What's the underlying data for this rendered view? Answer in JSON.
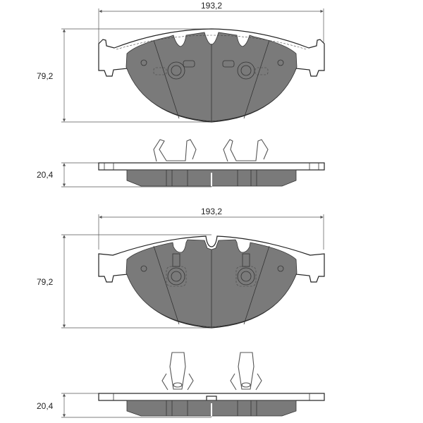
{
  "drawings": [
    {
      "width_label": "193,2",
      "height_label": "79,2",
      "thickness_label": "20,4"
    },
    {
      "width_label": "193,2",
      "height_label": "79,2",
      "thickness_label": "20,4"
    }
  ]
}
